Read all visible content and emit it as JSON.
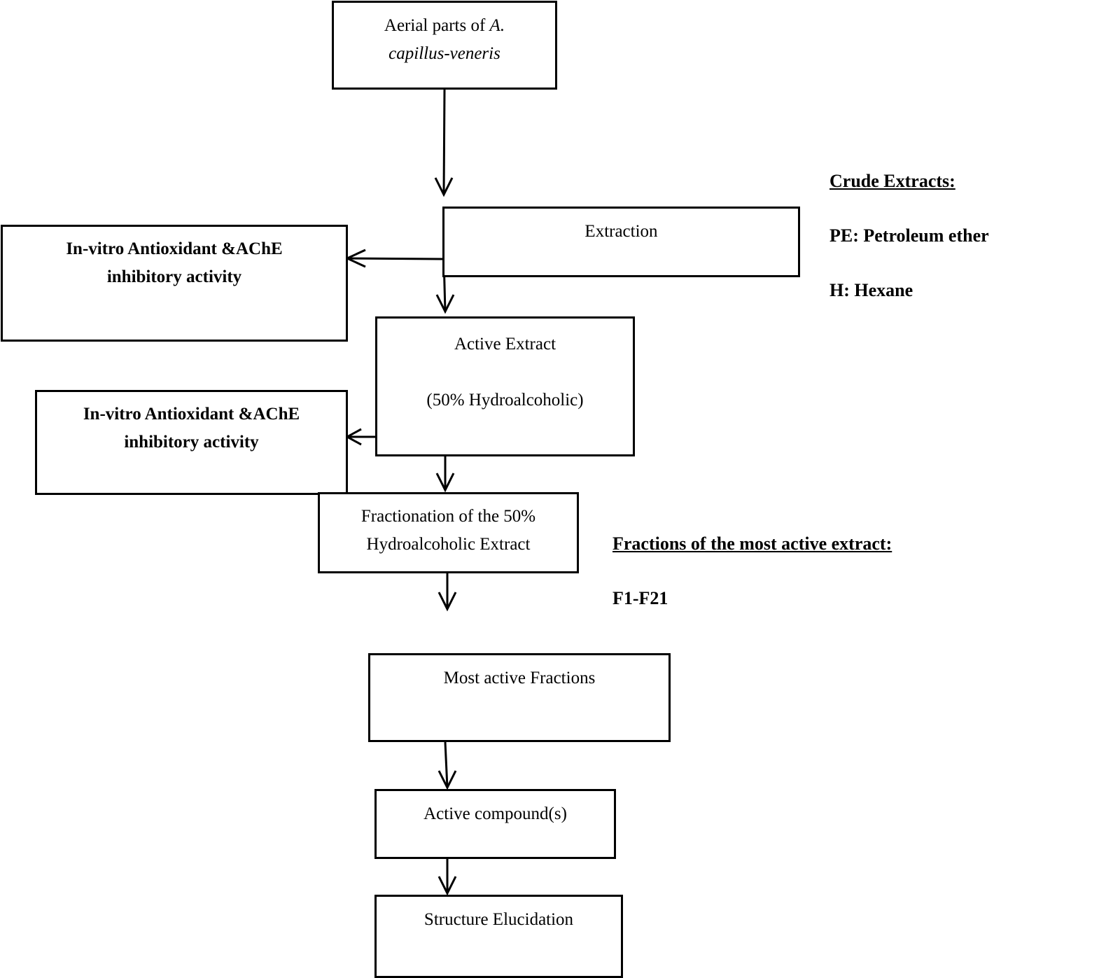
{
  "nodes": {
    "aerial": {
      "line1_prefix": "Aerial parts of ",
      "line1_italic": "A.",
      "line2_italic": "capillus-veneris"
    },
    "extraction": {
      "label": "Extraction"
    },
    "assay1": {
      "line1": "In-vitro Antioxidant &AChE",
      "line2": "inhibitory activity"
    },
    "active_extract": {
      "line1": "Active Extract",
      "line2": "(50% Hydroalcoholic)"
    },
    "assay2": {
      "line1": "In-vitro Antioxidant &AChE",
      "line2": "inhibitory activity"
    },
    "fractionation": {
      "line1": "Fractionation of the 50%",
      "line2": "Hydroalcoholic Extract"
    },
    "most_active": {
      "label": "Most active Fractions"
    },
    "compounds": {
      "label": "Active compound(s)"
    },
    "structure": {
      "label": "Structure Elucidation"
    }
  },
  "legend": {
    "crude_heading": "Crude Extracts:",
    "crude_items": [
      "PE: Petroleum ether",
      "H: Hexane"
    ],
    "fractions_heading": "Fractions of the most active extract:",
    "fractions_range": "F1-F21"
  },
  "colors": {
    "stroke": "#000000",
    "background": "#ffffff"
  }
}
